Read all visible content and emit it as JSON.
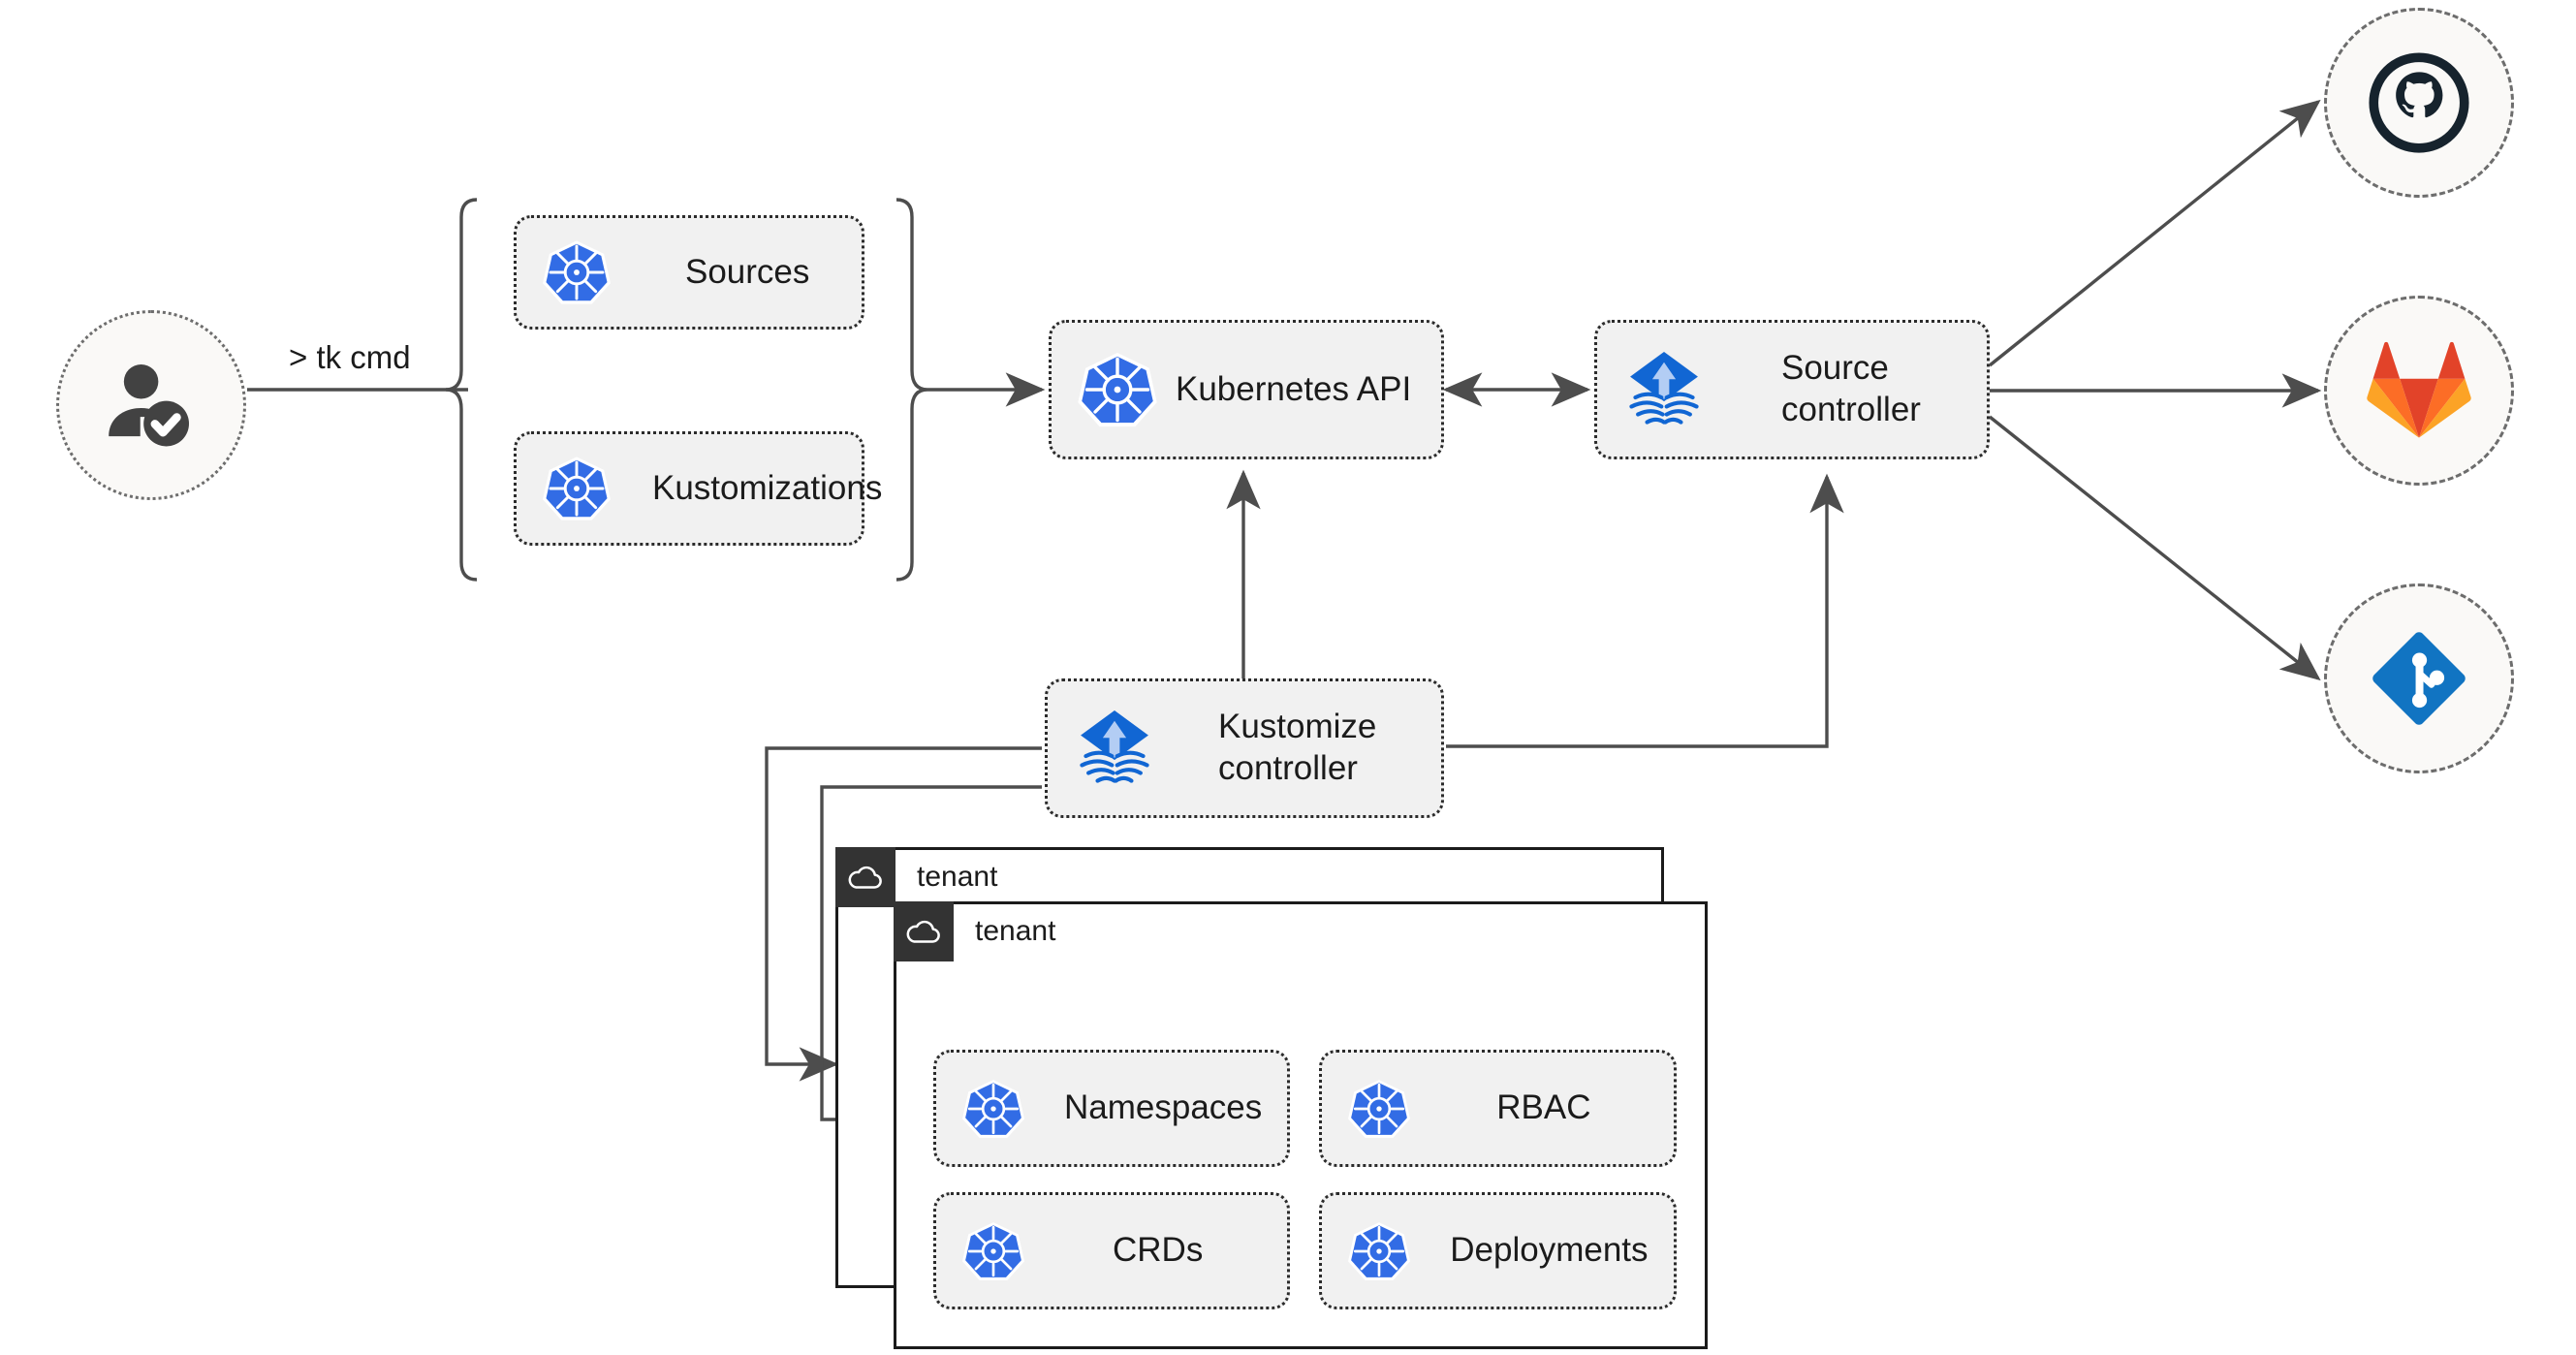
{
  "diagram": {
    "title": "Flux multi-tenancy GitOps architecture",
    "colors": {
      "kubernetes_blue": "#326CE5",
      "flux_blue": "#1166D3",
      "flux_arrow": "#B3CDF4",
      "github_dark": "#16232D",
      "gitlab_red": "#E24329",
      "gitlab_orange": "#FC6D26",
      "gitlab_light_orange": "#FCA326",
      "git_blue": "#1174C2",
      "node_fill": "#F1F1F1",
      "node_border": "#2B2B2B",
      "circle_fill": "#FAF9F7",
      "circle_border": "#6D6D6D",
      "tenant_badge": "#333333",
      "edge": "#4D4D4D"
    }
  },
  "actor": {
    "name": "user",
    "icon": "user-check-icon",
    "command_label": "> tk cmd"
  },
  "crd_group": {
    "brace": "curly-brace",
    "items": [
      {
        "label": "Sources",
        "icon": "kubernetes-icon"
      },
      {
        "label": "Kustomizations",
        "icon": "kubernetes-icon"
      }
    ]
  },
  "core": {
    "api": {
      "label": "Kubernetes API",
      "icon": "kubernetes-icon"
    },
    "source_controller": {
      "label": "Source\ncontroller",
      "icon": "flux-icon"
    },
    "kustomize_controller": {
      "label": "Kustomize\ncontroller",
      "icon": "flux-icon"
    }
  },
  "providers": [
    {
      "name": "GitHub",
      "icon": "github-icon"
    },
    {
      "name": "GitLab",
      "icon": "gitlab-icon"
    },
    {
      "name": "Git",
      "icon": "git-icon"
    }
  ],
  "tenants": [
    {
      "label": "tenant",
      "icon": "cloud-icon",
      "resources": []
    },
    {
      "label": "tenant",
      "icon": "cloud-icon",
      "resources": [
        {
          "label": "Namespaces",
          "icon": "kubernetes-icon"
        },
        {
          "label": "RBAC",
          "icon": "kubernetes-icon"
        },
        {
          "label": "CRDs",
          "icon": "kubernetes-icon"
        },
        {
          "label": "Deployments",
          "icon": "kubernetes-icon"
        }
      ]
    }
  ],
  "edges": [
    {
      "from": "user",
      "to": "crd-group",
      "label": "> tk cmd",
      "style": "solid"
    },
    {
      "from": "crd-group",
      "to": "kubernetes-api",
      "style": "solid-arrow"
    },
    {
      "from": "kubernetes-api",
      "to": "source-controller",
      "style": "double-arrow"
    },
    {
      "from": "kubernetes-api",
      "to": "kustomize-controller",
      "style": "double-arrow"
    },
    {
      "from": "kustomize-controller",
      "to": "source-controller",
      "style": "orthogonal-arrow"
    },
    {
      "from": "source-controller",
      "to": "github",
      "style": "solid-arrow"
    },
    {
      "from": "source-controller",
      "to": "gitlab",
      "style": "solid-arrow"
    },
    {
      "from": "source-controller",
      "to": "git",
      "style": "solid-arrow"
    },
    {
      "from": "kustomize-controller",
      "to": "tenant-1",
      "style": "orthogonal-arrow"
    },
    {
      "from": "kustomize-controller",
      "to": "tenant-2",
      "style": "orthogonal-arrow"
    }
  ]
}
